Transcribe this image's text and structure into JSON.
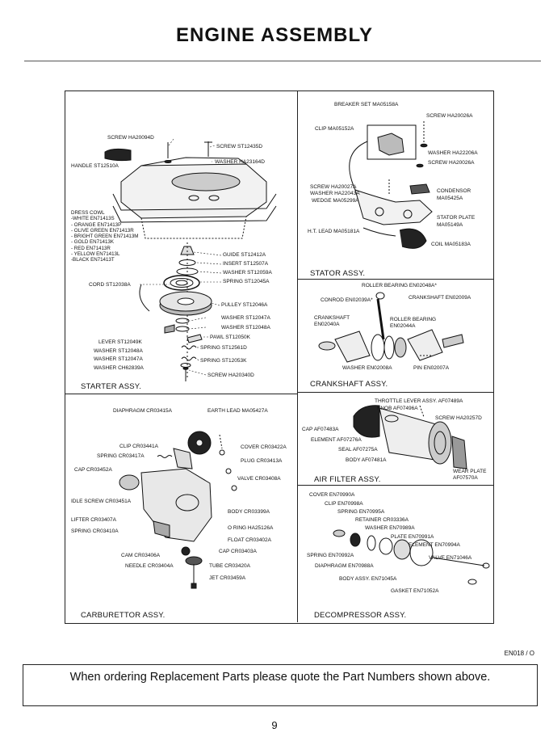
{
  "title": "ENGINE ASSEMBLY",
  "starter": {
    "section_label": "STARTER ASSY.",
    "screw_top": "SCREW HA20094D",
    "screw_right": "SCREW ST12435D",
    "washer_top": "WASHER HA23164D",
    "handle": "HANDLE ST12510A",
    "dress_cowl": "DRESS COWL",
    "cowl_colours": [
      "-WHITE EN71413S",
      "- ORANGE EN71413P",
      "- OLIVE GREEN EN71413R",
      "- BRIGHT GREEN EN71413M",
      "- GOLD EN71413K",
      "- RED EN71413R",
      "- YELLOW EN71413L",
      "-BLACK EN71413T"
    ],
    "guide": "GUIDE ST12412A",
    "insert": "INSERT ST12507A",
    "washer_2": "WASHER ST12059A",
    "spring_1": "SPRING ST12045A",
    "cord": "CORD ST12038A",
    "pulley": "PULLEY ST12046A",
    "washer_3": "WASHER ST12047A",
    "washer_4": "WASHER ST12048A",
    "pawl": "PAWL ST12050K",
    "spring_2": "SPRING ST12561D",
    "spring_3": "SPRING ST12053K",
    "lever": "LEVER ST12049K",
    "washer_5": "WASHER ST12048A",
    "washer_6": "WASHER ST12047A",
    "washer_7": "WASHER CH62839A",
    "screw_bottom": "SCREW HA20340D"
  },
  "stator": {
    "section_label": "STATOR ASSY.",
    "breaker_set": "BREAKER SET MA05158A",
    "screw_1": "SCREW HA20026A",
    "clip": "CLIP MA05152A",
    "washer_1": "WASHER HA22206A",
    "screw_2": "SCREW HA20026A",
    "screw_3": "SCREW HA20027A",
    "washer_2": "WASHER HA22043A",
    "wedge": "WEDGE MA05299A",
    "condenser": "CONDENSOR",
    "condenser_code": "MA05425A",
    "stator_plate": "STATOR PLATE",
    "stator_plate_code": "MA05149A",
    "ht_lead": "H.T. LEAD MA05181A",
    "coil": "COIL MA05183A"
  },
  "crankshaft": {
    "section_label": "CRANKSHAFT ASSY.",
    "roller_bearing_1": "ROLLER BEARING EN02048A*",
    "conrod": "CONROD EN02039A*",
    "crankshaft": "CRANKSHAFT EN02009A",
    "crankshaft_left": "CRANKSHAFT",
    "crankshaft_left_code": "EN02040A",
    "roller_bearing_2": "ROLLER BEARING",
    "roller_bearing_2_code": "EN02044A",
    "washer": "WASHER EN02008A",
    "pin": "PIN EN02007A"
  },
  "carburettor": {
    "section_label": "CARBURETTOR ASSY.",
    "diaphragm": "DIAPHRAGM CR03415A",
    "earth_lead": "EARTH LEAD MA05427A",
    "clip": "CLIP CR03441A",
    "spring_1": "SPRING CR03417A",
    "cap_1": "CAP CR03452A",
    "cover": "COVER CR03422A",
    "plug": "PLUG CR03413A",
    "valve": "VALVE CR03408A",
    "idle_screw": "IDLE SCREW CR03451A",
    "lifter": "LIFTER CR03407A",
    "spring_2": "SPRING CR03410A",
    "body": "BODY CR03399A",
    "o_ring": "O RING HA25126A",
    "float": "FLOAT CR03402A",
    "cap_2": "CAP CR03403A",
    "cam": "CAM CR03406A",
    "needle": "NEEDLE CR03404A",
    "tube": "TUBE CR03420A",
    "jet": "JET CR03459A"
  },
  "air_filter": {
    "section_label": "AIR FILTER ASSY.",
    "throttle_lever": "THROTTLE LEVER ASSY. AF07489A",
    "knob": "KNOB AF07496A",
    "screw": "SCREW HA20257D",
    "cap": "CAP AF07483A",
    "element": "ELEMENT AF07276A",
    "seal": "SEAL AF07275A",
    "body": "BODY AF07481A",
    "wear_plate": "WEAR PLATE",
    "wear_plate_code": "AF07570A"
  },
  "decompressor": {
    "section_label": "DECOMPRESSOR ASSY.",
    "cover": "COVER EN70990A",
    "clip": "CLIP EN70998A",
    "spring_1": "SPRING EN70995A",
    "retainer": "RETAINER CR03336A",
    "washer": "WASHER EN70989A",
    "plate": "PLATE EN70991A",
    "element": "ELEMENT EN70994A",
    "spring_2": "SPRING EN70992A",
    "diaphragm": "DIAPHRAGM EN70988A",
    "valve": "VALVE EN71046A",
    "body": "BODY ASSY. EN71045A",
    "gasket": "GASKET EN71052A"
  },
  "drawing_code": "EN018 / O",
  "notice": "When ordering Replacement Parts please quote the Part Numbers shown above.",
  "page_number": "9"
}
